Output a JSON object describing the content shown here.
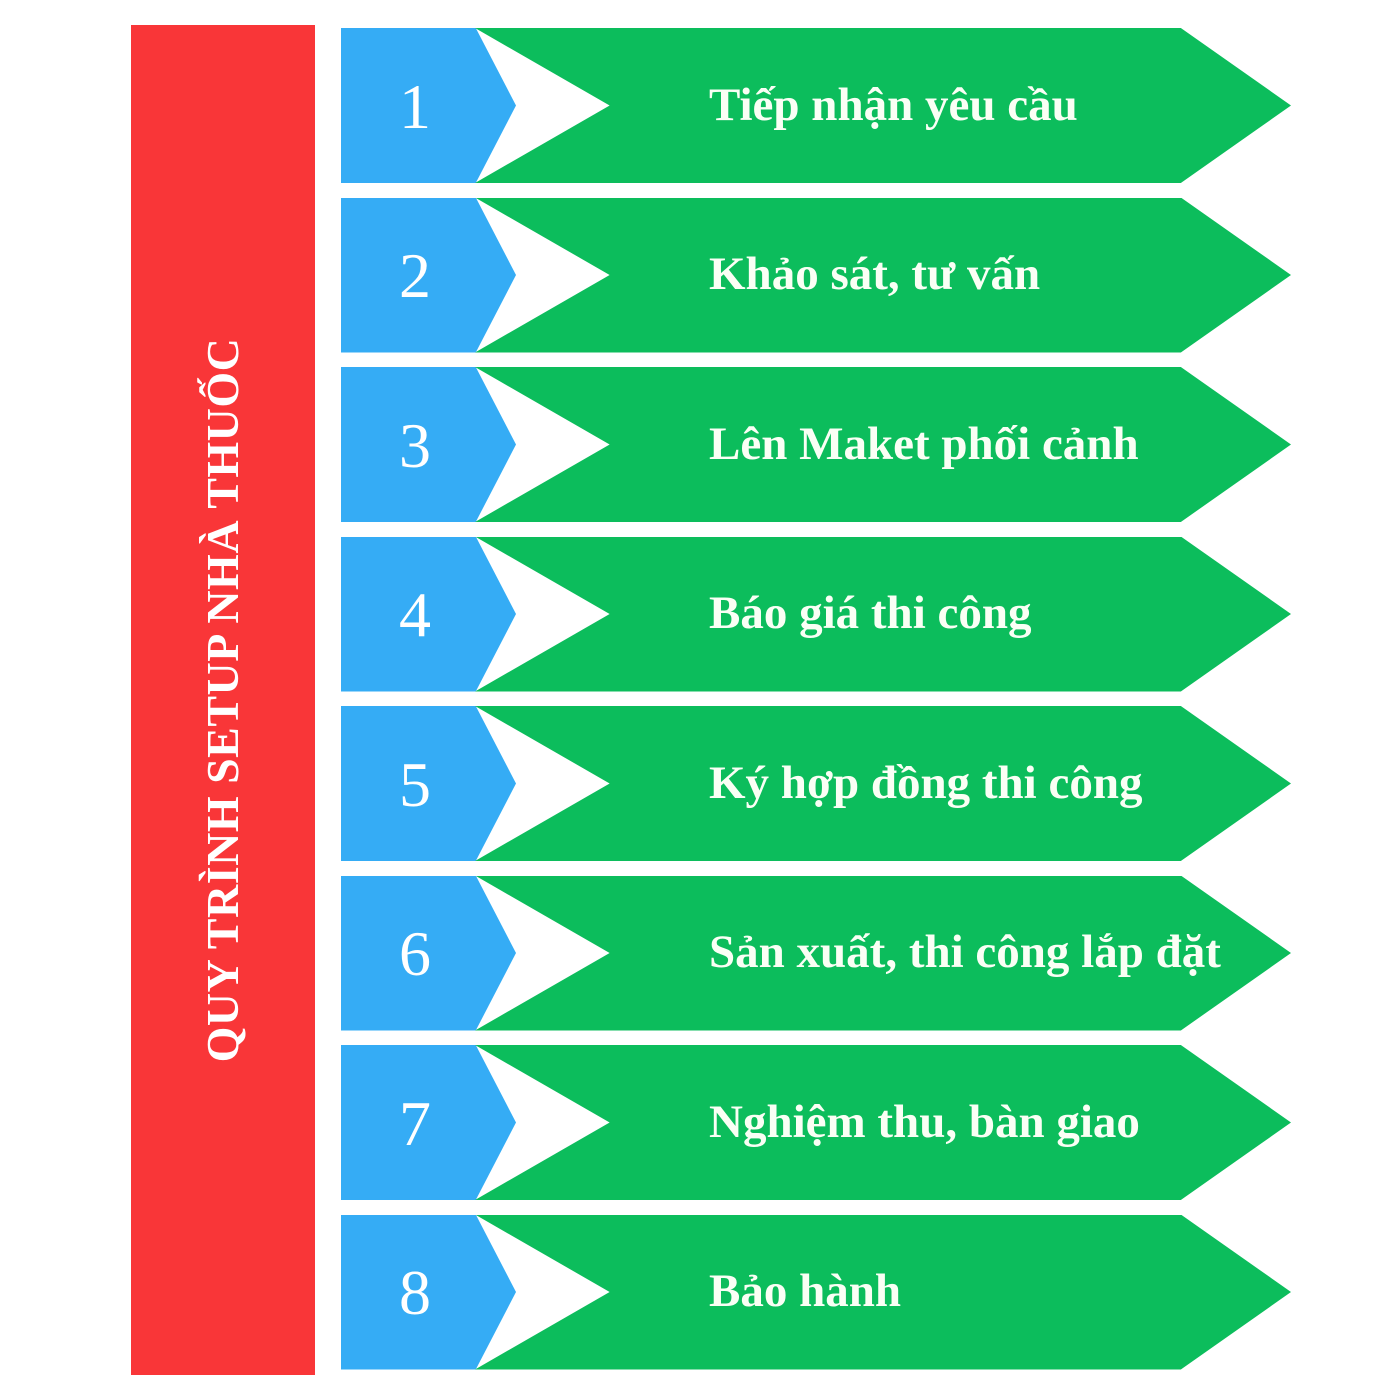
{
  "colors": {
    "banner_red": "#F93638",
    "step_number_blue": "#35ACF5",
    "step_label_green": "#0CBD5C",
    "text_white": "#FFFFFF",
    "background": "#FFFFFF"
  },
  "banner": {
    "title": "QUY TRÌNH SETUP NHÀ THUỐC",
    "orientation": "vertical-bottom-to-top"
  },
  "steps": [
    {
      "number": "1",
      "label": "Tiếp nhận yêu cầu"
    },
    {
      "number": "2",
      "label": "Khảo sát, tư vấn"
    },
    {
      "number": "3",
      "label": "Lên Maket phối cảnh"
    },
    {
      "number": "4",
      "label": "Báo giá thi công"
    },
    {
      "number": "5",
      "label": "Ký hợp đồng thi công"
    },
    {
      "number": "6",
      "label": "Sản xuất, thi công lắp đặt"
    },
    {
      "number": "7",
      "label": "Nghiệm thu, bàn giao"
    },
    {
      "number": "8",
      "label": "Bảo hành"
    }
  ]
}
